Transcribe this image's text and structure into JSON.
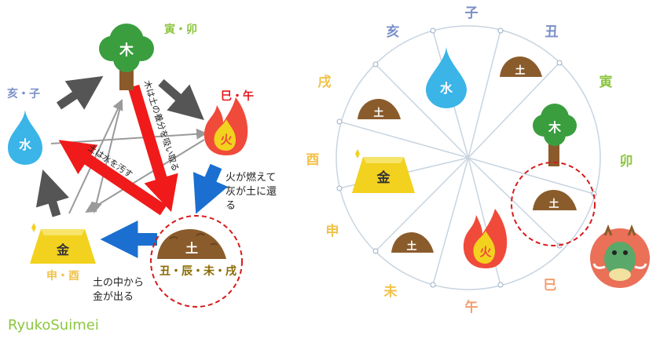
{
  "left": {
    "elements": {
      "wood": "木",
      "fire": "火",
      "earth": "土",
      "metal": "金",
      "water": "水"
    },
    "branches": {
      "wood": "寅・卯",
      "fire": "巳・午",
      "earth": "丑・辰・未・戌",
      "metal": "申・酉",
      "water": "亥・子"
    },
    "notes": {
      "wood_earth": "木は土の養分を吸い取る",
      "earth_water": "土は水を汚す",
      "fire_earth": [
        "火が燃えて",
        "灰が土に還",
        "る"
      ],
      "earth_metal": [
        "土の中から",
        "金が出る"
      ]
    },
    "watermark": "RyukoSuimei"
  },
  "wheel": {
    "branch_labels": {
      "zi": "子",
      "chou": "丑",
      "yin": "寅",
      "mao": "卯",
      "si": "巳",
      "wu": "午",
      "wei": "未",
      "shen": "申",
      "you": "酉",
      "xu": "戌",
      "hai": "亥"
    },
    "elements": {
      "water": "水",
      "chou_earth": "土",
      "wood": "木",
      "chen_earth": "土",
      "fire": "火",
      "wei_earth": "土",
      "metal": "金",
      "xu_earth": "土"
    }
  },
  "colors": {
    "wood": "#3a9e3f",
    "fire": "#f04a3a",
    "earth": "#8a5c2c",
    "metal": "#f2d21e",
    "water": "#3bb4e8",
    "red_arrow": "#f01a1a",
    "blue_arrow": "#1a6fd0",
    "dark_arrow": "#555555",
    "wood_label": "#8cc63f",
    "fire_label": "#e8141a",
    "earth_label": "#8a6a00",
    "metal_label": "#f2c24a",
    "water_label": "#7a8fc8",
    "watermark": "#8cc63f"
  }
}
